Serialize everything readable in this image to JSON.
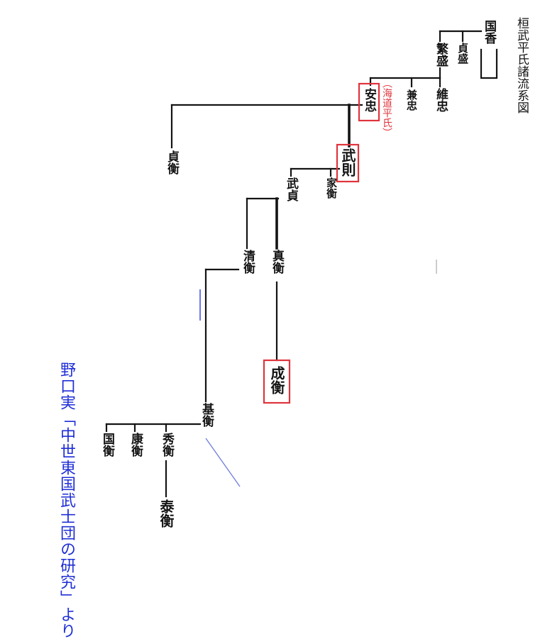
{
  "title": "桓武平氏諸流系図",
  "annotation": "（海道平氏）",
  "citation": "野口実「中世東国武士団の研究」より",
  "colors": {
    "ink": "#141414",
    "highlight": "#e0343c",
    "note": "#1f2fd6"
  },
  "nodes": {
    "kunika": "国香",
    "sadamori": "貞盛",
    "shigemori": "繁盛",
    "korenobu": "維忠",
    "kanetada": "兼忠",
    "yasutada": "安忠",
    "sadahira": "貞衡",
    "takenori": "武則",
    "takesada": "武貞",
    "iehira": "家衡",
    "kiyohira": "清衡",
    "sanehira": "真衡",
    "narihira": "成衡",
    "motohira": "基衡",
    "kunihira": "国衡",
    "yasuhira_k": "康衡",
    "hidehira": "秀衡",
    "yasuhira": "泰衡"
  }
}
